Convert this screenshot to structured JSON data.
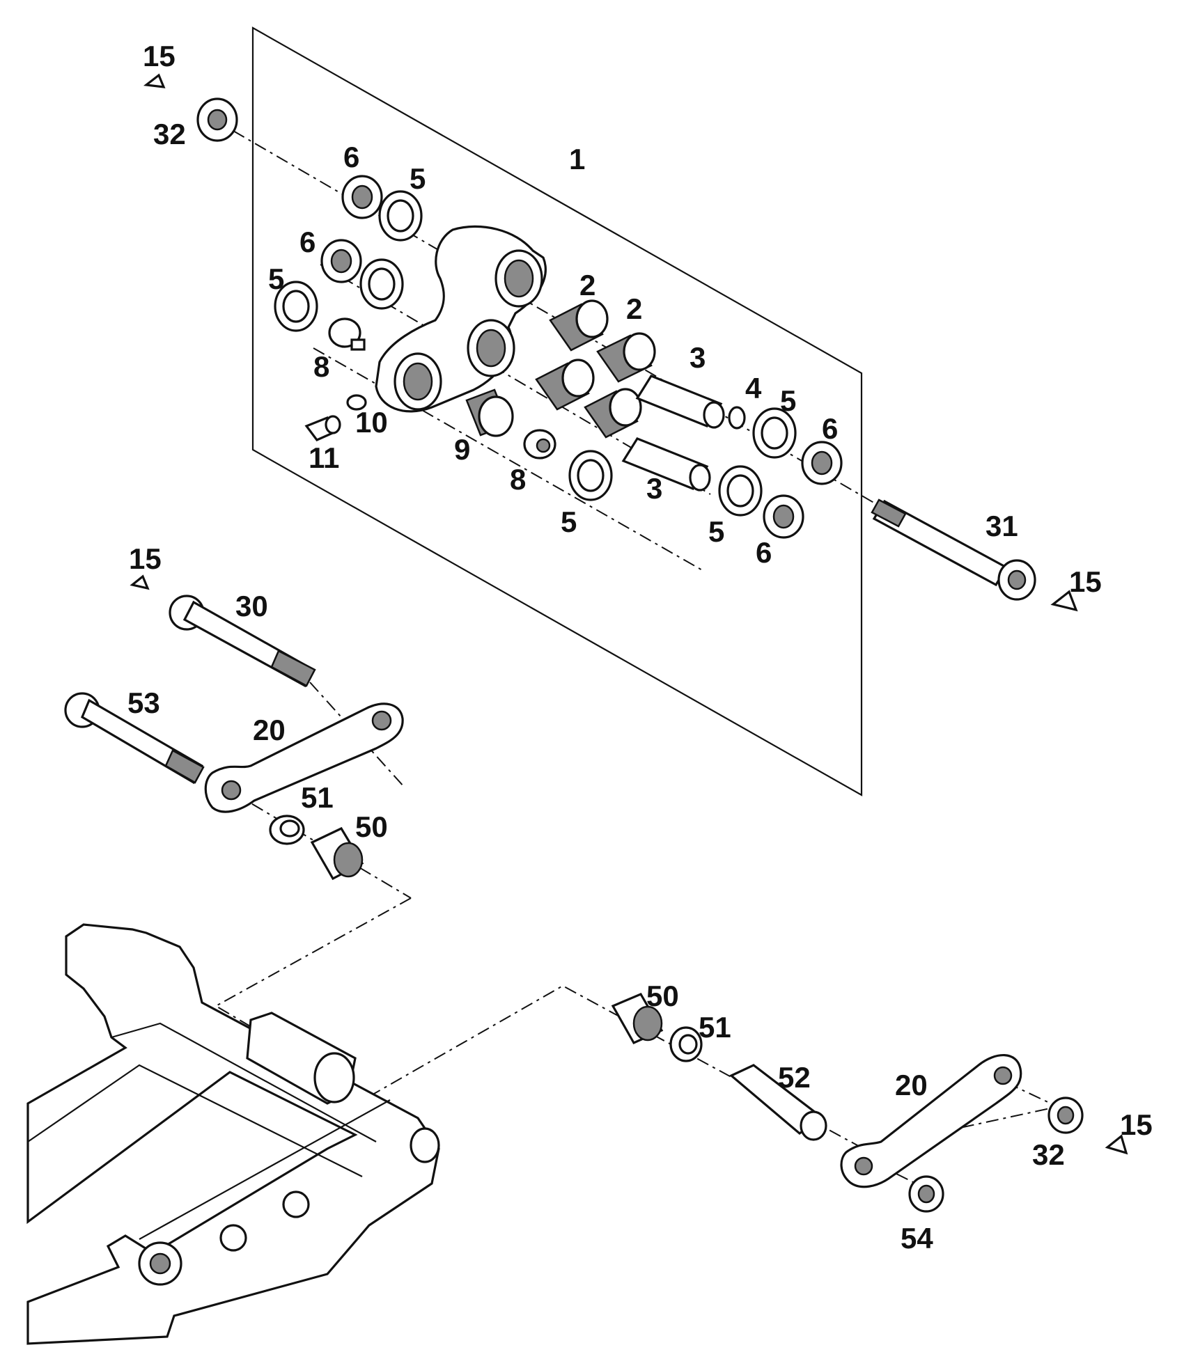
{
  "callouts": {
    "c1": "1",
    "c2a": "2",
    "c2b": "2",
    "c3a": "3",
    "c3b": "3",
    "c4": "4",
    "c5a": "5",
    "c5b": "5",
    "c5c": "5",
    "c5d": "5",
    "c5e": "5",
    "c6a": "6",
    "c6b": "6",
    "c6c": "6",
    "c6d": "6",
    "c8a": "8",
    "c8b": "8",
    "c9": "9",
    "c10": "10",
    "c11": "11",
    "c15a": "15",
    "c15b": "15",
    "c15c": "15",
    "c15d": "15",
    "c20a": "20",
    "c20b": "20",
    "c30": "30",
    "c31": "31",
    "c32a": "32",
    "c32b": "32",
    "c50a": "50",
    "c50b": "50",
    "c51a": "51",
    "c51b": "51",
    "c52": "52",
    "c53": "53",
    "c54": "54"
  }
}
